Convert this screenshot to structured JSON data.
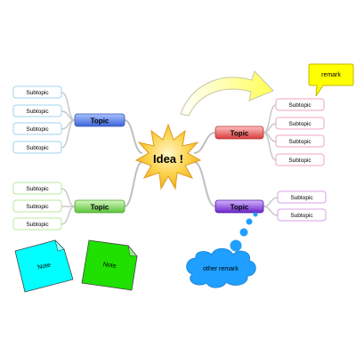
{
  "central": {
    "label": "Idea !",
    "fill": "#f7c12e"
  },
  "topics": [
    {
      "label": "Topic",
      "fill": "#4f7ae6",
      "subtopic_border": "#9fd3f0",
      "subtopics": [
        "Subtopic",
        "Subtopic",
        "Subtopic",
        "Subtopic"
      ]
    },
    {
      "label": "Topic",
      "fill": "#78d35a",
      "subtopic_border": "#b8e89c",
      "subtopics": [
        "Subtopic",
        "Subtopic",
        "Subtopic"
      ]
    },
    {
      "label": "Topic",
      "fill": "#e05a5a",
      "subtopic_border": "#f2a3c6",
      "subtopics": [
        "Subtopic",
        "Subtopic",
        "Subtopic",
        "Subtopic"
      ]
    },
    {
      "label": "Topic",
      "fill": "#8a45d6",
      "subtopic_border": "#d8a0e8",
      "subtopics": [
        "Subtopic",
        "Subtopic"
      ]
    }
  ],
  "notes": [
    {
      "label": "Note",
      "fill": "#00ffff"
    },
    {
      "label": "Note",
      "fill": "#1fe000"
    }
  ],
  "remark": {
    "label": "remark",
    "fill": "#ffff00"
  },
  "cloud": {
    "label": "other remark",
    "fill": "#1f9fff"
  },
  "arrow": {
    "fill": "#ffff77"
  }
}
